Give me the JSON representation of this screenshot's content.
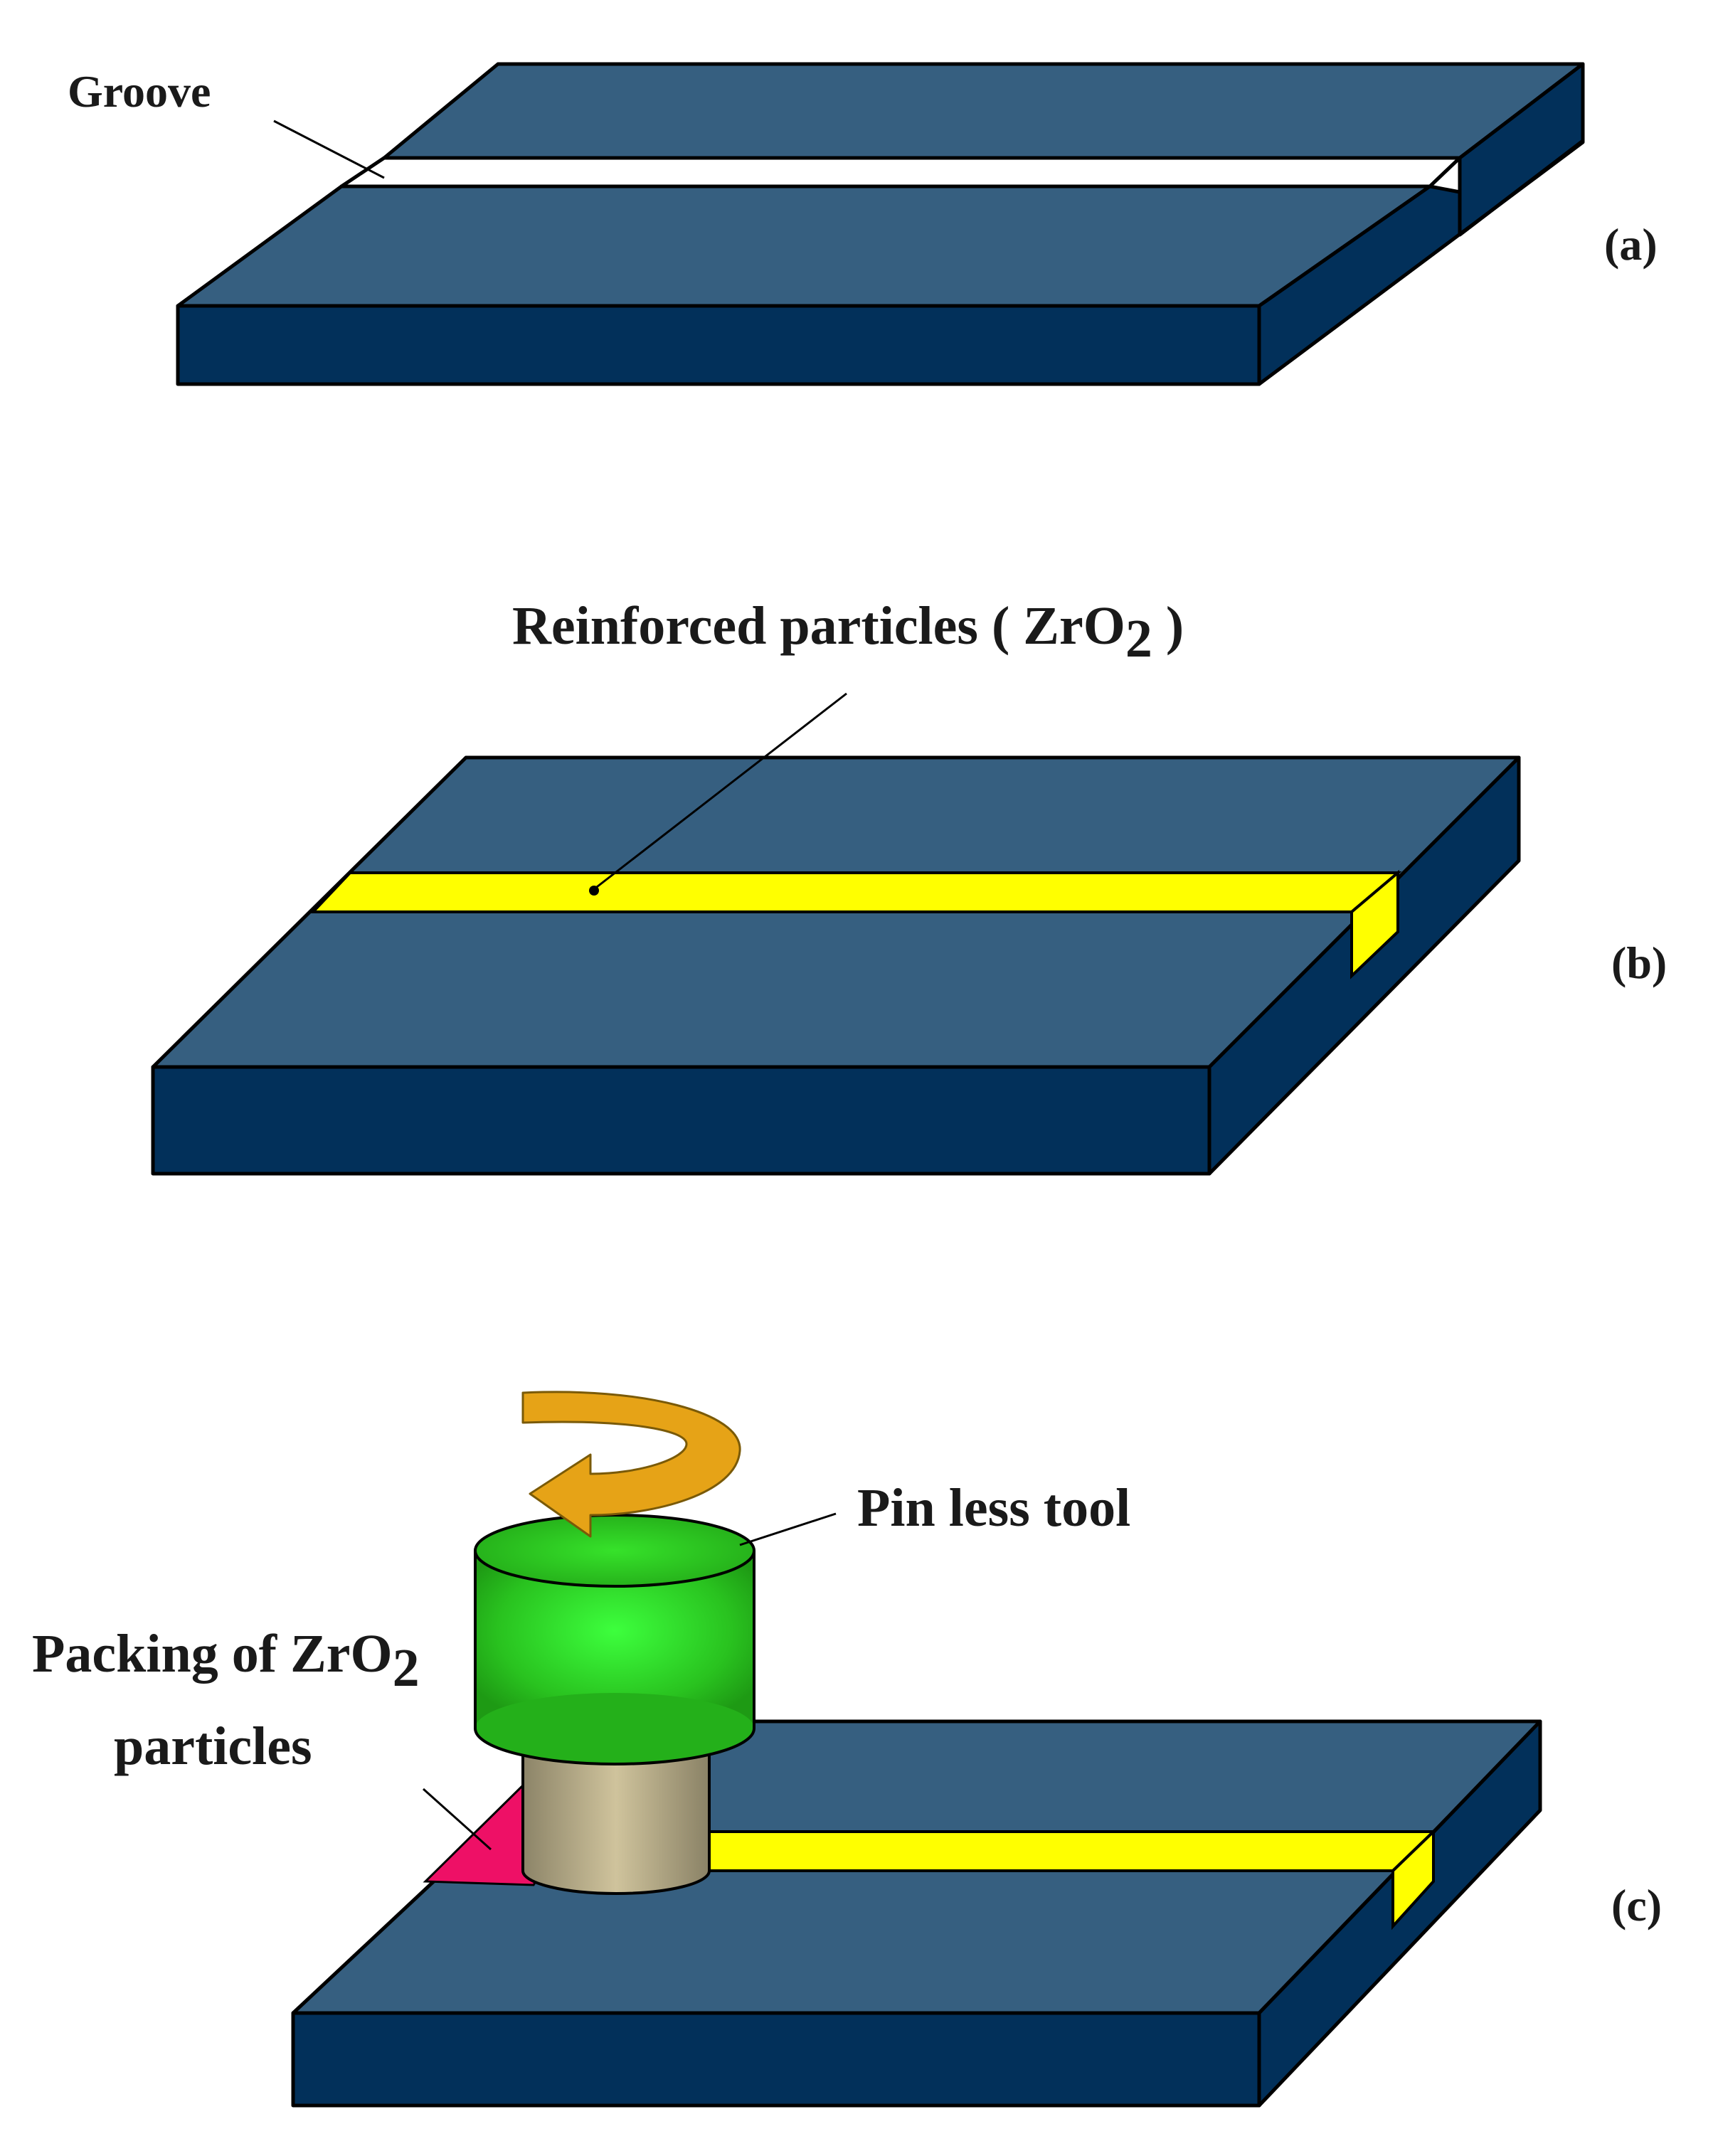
{
  "colors": {
    "plate_top": "#365f80",
    "plate_front": "#02305a",
    "plate_side": "#02305a",
    "groove": "#ffffff",
    "particles": "#ffff00",
    "tool_shoulder": "#2ecc1f",
    "tool_body": "#b7ad8a",
    "packing": "#ee1066",
    "arrow": "#e6a317"
  },
  "panel_a": {
    "groove_label": "Groove",
    "tag": "(a)"
  },
  "panel_b": {
    "particles_label": "Reinforced particles ( ZrO",
    "particles_sub": "2",
    "particles_close": " )",
    "tag": "(b)"
  },
  "panel_c": {
    "tool_label": "Pin less tool",
    "packing_label_1": "Packing of ZrO",
    "packing_sub": "2",
    "packing_label_2": "particles",
    "tag": "(c)"
  },
  "icons": {
    "rotation": "rotation-arrow-icon"
  }
}
